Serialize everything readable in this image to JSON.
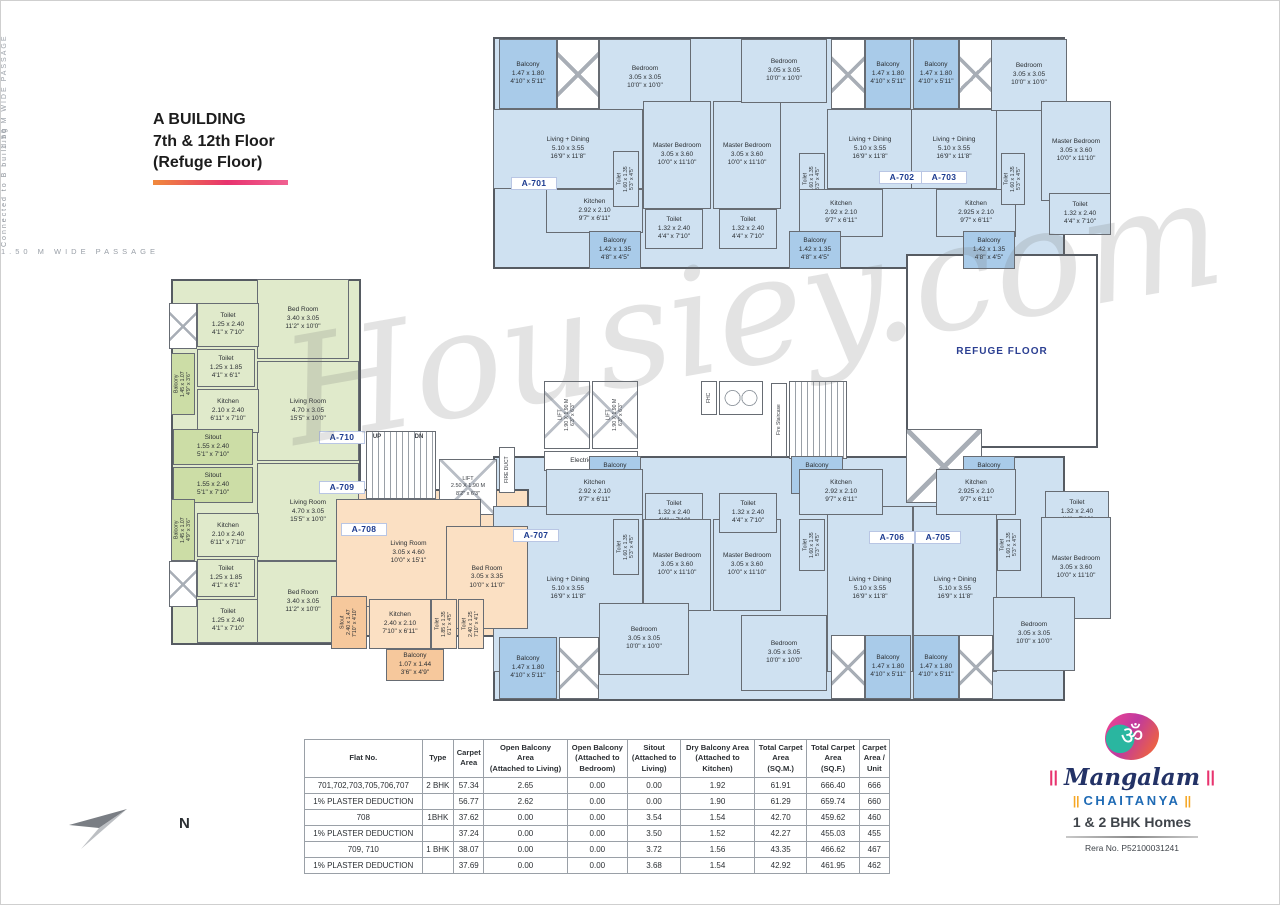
{
  "header": {
    "title_line1": "A BUILDING",
    "title_line2": "7th & 12th Floor",
    "title_line3": "(Refuge Floor)"
  },
  "watermark": "Housiey.com",
  "compass": {
    "north_label": "N"
  },
  "units": {
    "u701": "A-701",
    "u702": "A-702",
    "u703": "A-703",
    "u705": "A-705",
    "u706": "A-706",
    "u707": "A-707",
    "u708": "A-708",
    "u709": "A-709",
    "u710": "A-710"
  },
  "labels": {
    "balcony_l": "Balcony\n1.47 x 1.80\n4'10\" x 5'11\"",
    "balcony_dry": "Balcony\n1.42 x 1.35\n4'8\" x 4'5\"",
    "bedroom": "Bedroom\n3.05 x 3.05\n10'0\" x 10'0\"",
    "master_bedroom": "Master Bedroom\n3.05 x 3.60\n10'0\" x 11'10\"",
    "living_dining": "Living + Dining\n5.10 x 3.55\n16'9\" x 11'8\"",
    "kitchen_292": "Kitchen\n2.92 x 2.10\n9'7\" x 6'11\"",
    "kitchen_2925": "Kitchen\n2.925 x 2.10\n9'7\" x 6'11\"",
    "toilet_132": "Toilet\n1.32 x 2.40\n4'4\" x 7'10\"",
    "toilet_160": "Toilet\n1.60 x 1.35\n5'3\" x 4'5\"",
    "bedroom_340": "Bed Room\n3.40 x 3.05\n11'2\" x 10'0\"",
    "living_470": "Living Room\n4.70 x 3.05\n15'5\" x 10'0\"",
    "kitchen_210": "Kitchen\n2.10 x 2.40\n6'11\" x 7'10\"",
    "toilet_125_240": "Toilet\n1.25 x 2.40\n4'1\" x 7'10\"",
    "toilet_125_185": "Toilet\n1.25 x 1.85\n4'1\" x 6'1\"",
    "sitout_155": "Sitout\n1.55 x 2.40\n5'1\" x 7'10\"",
    "balcony_145": "Balcony\n1.45 x 1.07\n4'9\" x 3'6\"",
    "living_708": "Living Room\n3.05 x 4.60\n10'0\" x 15'1\"",
    "bedroom_708": "Bed Room\n3.05 x 3.35\n10'0\" x 11'0\"",
    "kitchen_708": "Kitchen\n2.40 x 2.10\n7'10\" x 6'11\"",
    "sitout_708": "Sitout\n2.40 x 1.47\n7'10\" x 4'10\"",
    "toilet_185": "Toilet\n1.85 x 1.35\n6'1\" x 4'5\"",
    "toilet_240_125": "Toilet\n2.40 x 1.25\n7'10\" x 4'1\"",
    "balcony_708": "Balcony\n1.07 x 1.44\n3'6\" x 4'9\"",
    "lift_small": "LIFT\n1.90 X 1.90 M\n6'3\" x 6'3\"",
    "lift_big": "LIFT\n2.50 X 1.90 M\n8'2\" x 6'3\"",
    "electrical_duct": "Electrical Duct",
    "fire_duct": "FIRE DUCT",
    "fhc": "FHC",
    "fire_staircase": "Fire Staircase",
    "refuge_floor": "REFUGE FLOOR",
    "passage": "1.50 M WIDE PASSAGE",
    "connected_b": "Connected to B building",
    "up": "UP",
    "dn": "DN"
  },
  "table": {
    "headers": [
      "Flat No.",
      "Type",
      "Carpet\nArea",
      "Open Balcony\nArea\n(Attached to Living)",
      "Open Balcony\n(Attached to\nBedroom)",
      "Sitout\n(Attached to\nLiving)",
      "Dry Balcony Area\n(Attached to\nKitchen)",
      "Total Carpet\nArea\n(SQ.M.)",
      "Total Carpet\nArea\n(SQ.F.)",
      "Carpet\nArea /\nUnit"
    ],
    "rows": [
      [
        "701,702,703,705,706,707",
        "2 BHK",
        "57.34",
        "2.65",
        "0.00",
        "0.00",
        "1.92",
        "61.91",
        "666.40",
        "666"
      ],
      [
        "1% PLASTER DEDUCTION",
        "",
        "56.77",
        "2.62",
        "0.00",
        "0.00",
        "1.90",
        "61.29",
        "659.74",
        "660"
      ],
      [
        "708",
        "1BHK",
        "37.62",
        "0.00",
        "0.00",
        "3.54",
        "1.54",
        "42.70",
        "459.62",
        "460"
      ],
      [
        "1% PLASTER DEDUCTION",
        "",
        "37.24",
        "0.00",
        "0.00",
        "3.50",
        "1.52",
        "42.27",
        "455.03",
        "455"
      ],
      [
        "709, 710",
        "1 BHK",
        "38.07",
        "0.00",
        "0.00",
        "3.72",
        "1.56",
        "43.35",
        "466.62",
        "467"
      ],
      [
        "1% PLASTER DEDUCTION",
        "",
        "37.69",
        "0.00",
        "0.00",
        "3.68",
        "1.54",
        "42.92",
        "461.95",
        "462"
      ]
    ]
  },
  "brand": {
    "om": "ॐ",
    "bars": "||",
    "name": "Mangalam",
    "subname": "CHAITANYA",
    "tagline": "1 & 2 BHK Homes",
    "rera": "Rera No. P52100031241"
  }
}
